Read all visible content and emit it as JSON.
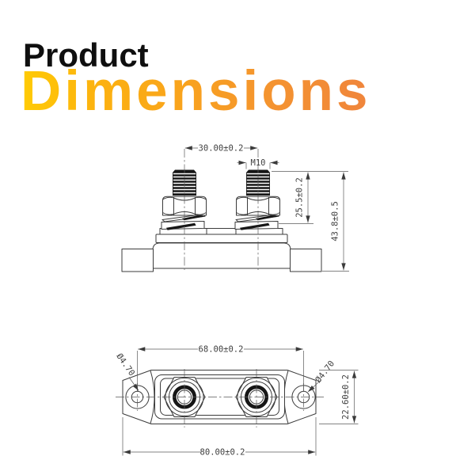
{
  "page": {
    "background": "#ffffff"
  },
  "title": {
    "line1": "Product",
    "line2": "Dimensions",
    "line1_color": "#0f0f0f",
    "gradient_start": "#ffcb05",
    "gradient_mid": "#f9a41c",
    "gradient_end": "#f0853c"
  },
  "drawing": {
    "line_color": "#3b3b3b",
    "front_view": {
      "dim_stud_spacing": "30.00±0.2",
      "dim_thread_size": "M10",
      "dim_stud_height": "25.5±0.2",
      "dim_overall_height": "43.8±0.5"
    },
    "top_view": {
      "dim_hole_spacing": "68.00±0.2",
      "dim_left_hole_diameter": "Ø4.70",
      "dim_right_hole_diameter": "Ø4.70",
      "dim_body_width": "22.60±0.2",
      "dim_overall_length": "80.00±0.2"
    }
  }
}
